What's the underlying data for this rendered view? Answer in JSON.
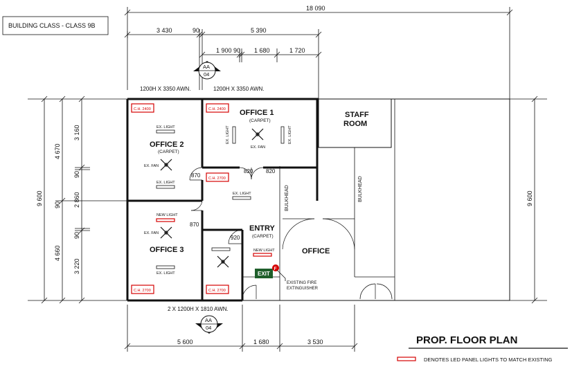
{
  "building_class": "BUILDING CLASS - CLASS 9B",
  "title": "PROP. FLOOR PLAN",
  "legend_text": "DENOTES LED PANEL LIGHTS TO MATCH EXISTING",
  "dims": {
    "overall": "18 090",
    "top_a": "3 430",
    "top_b": "90",
    "top_c": "5 390",
    "top2_a": "1 900",
    "top2_b": "90",
    "top2_c": "1 680",
    "top2_d": "1 720",
    "left_total": "9 600",
    "right_total": "9 600",
    "left_90": "90",
    "left_4670": "4 670",
    "left_4660": "4 660",
    "left_3160": "3 160",
    "left_90b": "90",
    "left_2860": "2 860",
    "left_90c": "90",
    "left_3220": "3 220",
    "bot_a": "5 600",
    "bot_b": "1 680",
    "bot_c": "3 530",
    "door_870a": "870",
    "door_870b": "870",
    "door_820a": "820",
    "door_820b": "820",
    "door_920": "920"
  },
  "markers": {
    "top_code": "AA",
    "top_sheet": "04",
    "bot_code": "AA",
    "bot_sheet": "04"
  },
  "awnings": {
    "top_left": "1200H X 3350 AWN.",
    "top_right": "1200H X 3350 AWN.",
    "bottom": "2 X 1200H X 1810 AWN."
  },
  "rooms": {
    "office1": "OFFICE 1",
    "office1_floor": "(CARPET)",
    "office2": "OFFICE 2",
    "office2_floor": "(CARPET)",
    "office3": "OFFICE 3",
    "entry": "ENTRY",
    "entry_floor": "(CARPET)",
    "office": "OFFICE",
    "staff_line1": "STAFF",
    "staff_line2": "ROOM"
  },
  "ceiling_tags": {
    "o2": "C.H. 2400",
    "o1": "C.H. 2400",
    "entry": "C.H. 2700",
    "o3": "C.H. 2700",
    "corr": "C.H. 2700"
  },
  "fixtures": {
    "o2_light_top": "EX. LIGHT",
    "o2_fan": "EX. FAN",
    "o2_light_bot": "EX. LIGHT",
    "o1_light_left": "EX. LIGHT",
    "o1_fan": "EX. FAN",
    "o1_light_right": "EX. LIGHT",
    "entry_light": "EX. LIGHT",
    "o3_new_light": "NEW LIGHT",
    "o3_fan": "EX. FAN",
    "o3_light": "EX. LIGHT",
    "entry_new_light": "NEW LIGHT"
  },
  "bulkhead_left": "BULKHEAD",
  "bulkhead_right": "BULKHEAD",
  "exit_sign": "EXIT",
  "extinguisher_mark": "F",
  "extinguisher_note_1": "EXISTING FIRE",
  "extinguisher_note_2": "EXTINGUISHER",
  "colors": {
    "ink": "#111111",
    "red": "#d40000",
    "exit_green": "#1e5e2a"
  }
}
